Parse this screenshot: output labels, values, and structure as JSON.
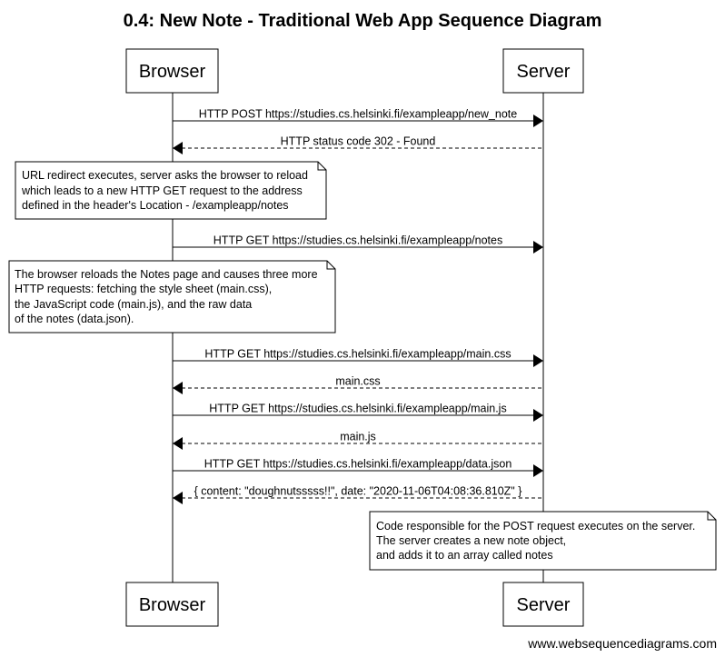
{
  "title": "0.4: New Note - Traditional Web App Sequence Diagram",
  "participants": [
    "Browser",
    "Server"
  ],
  "messages": [
    {
      "from": "Browser",
      "to": "Server",
      "kind": "request",
      "label": "HTTP POST https://studies.cs.helsinki.fi/exampleapp/new_note"
    },
    {
      "from": "Server",
      "to": "Browser",
      "kind": "response",
      "label": "HTTP status code 302 - Found"
    },
    {
      "from": "Browser",
      "to": "Server",
      "kind": "request",
      "label": "HTTP GET https://studies.cs.helsinki.fi/exampleapp/notes"
    },
    {
      "from": "Browser",
      "to": "Server",
      "kind": "request",
      "label": "HTTP GET https://studies.cs.helsinki.fi/exampleapp/main.css"
    },
    {
      "from": "Server",
      "to": "Browser",
      "kind": "response",
      "label": "main.css"
    },
    {
      "from": "Browser",
      "to": "Server",
      "kind": "request",
      "label": "HTTP GET https://studies.cs.helsinki.fi/exampleapp/main.js"
    },
    {
      "from": "Server",
      "to": "Browser",
      "kind": "response",
      "label": "main.js"
    },
    {
      "from": "Browser",
      "to": "Server",
      "kind": "request",
      "label": "HTTP GET https://studies.cs.helsinki.fi/exampleapp/data.json"
    },
    {
      "from": "Server",
      "to": "Browser",
      "kind": "response",
      "label": "{ content: \"doughnutsssss!!\", date: \"2020-11-06T04:08:36.810Z\" }"
    }
  ],
  "notes": [
    {
      "over": "Browser",
      "lines": [
        "URL redirect executes, server asks the browser to reload",
        "which leads to a new HTTP GET request to the address",
        "defined in the header's Location - /exampleapp/notes"
      ]
    },
    {
      "over": "Browser",
      "lines": [
        "The browser reloads the Notes page and causes three more",
        "HTTP requests: fetching the style sheet (main.css),",
        "the JavaScript code (main.js), and the raw data",
        "of the notes (data.json)."
      ]
    },
    {
      "over": "Server",
      "lines": [
        "Code responsible for the POST request executes on the server.",
        "The server creates a new note object,",
        "and adds it to an array called notes"
      ]
    }
  ],
  "footer": "www.websequencediagrams.com"
}
